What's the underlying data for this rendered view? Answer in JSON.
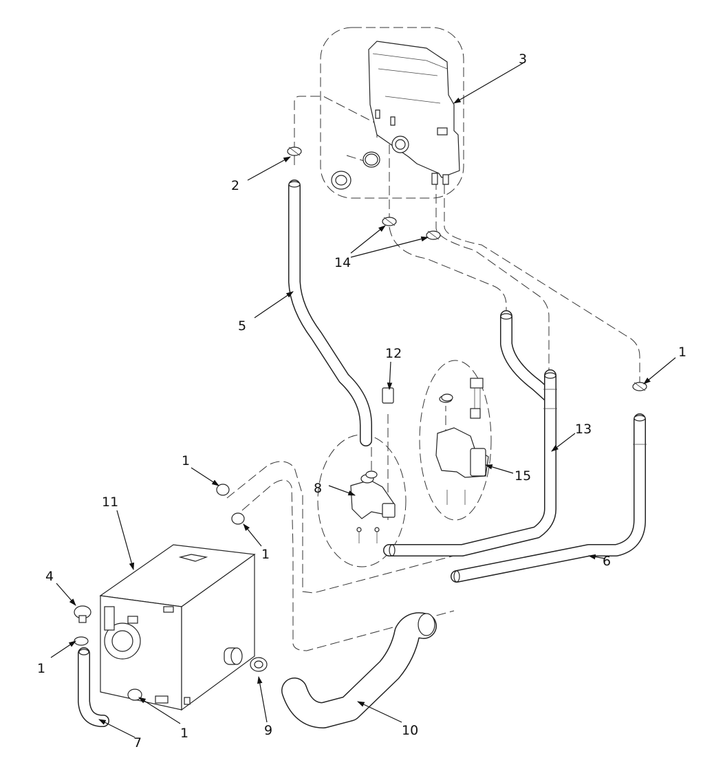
{
  "diagram": {
    "title": "Exploded parts diagram: water heater tank, valves, hoses and clamps",
    "callouts": {
      "c1a": "1",
      "c1b": "1",
      "c1c": "1",
      "c1d": "1",
      "c1e": "1",
      "c2": "2",
      "c3": "3",
      "c4": "4",
      "c5": "5",
      "c6": "6",
      "c7": "7",
      "c8": "8",
      "c9": "9",
      "c10": "10",
      "c11": "11",
      "c12": "12",
      "c13": "13",
      "c14": "14",
      "c15": "15"
    }
  }
}
